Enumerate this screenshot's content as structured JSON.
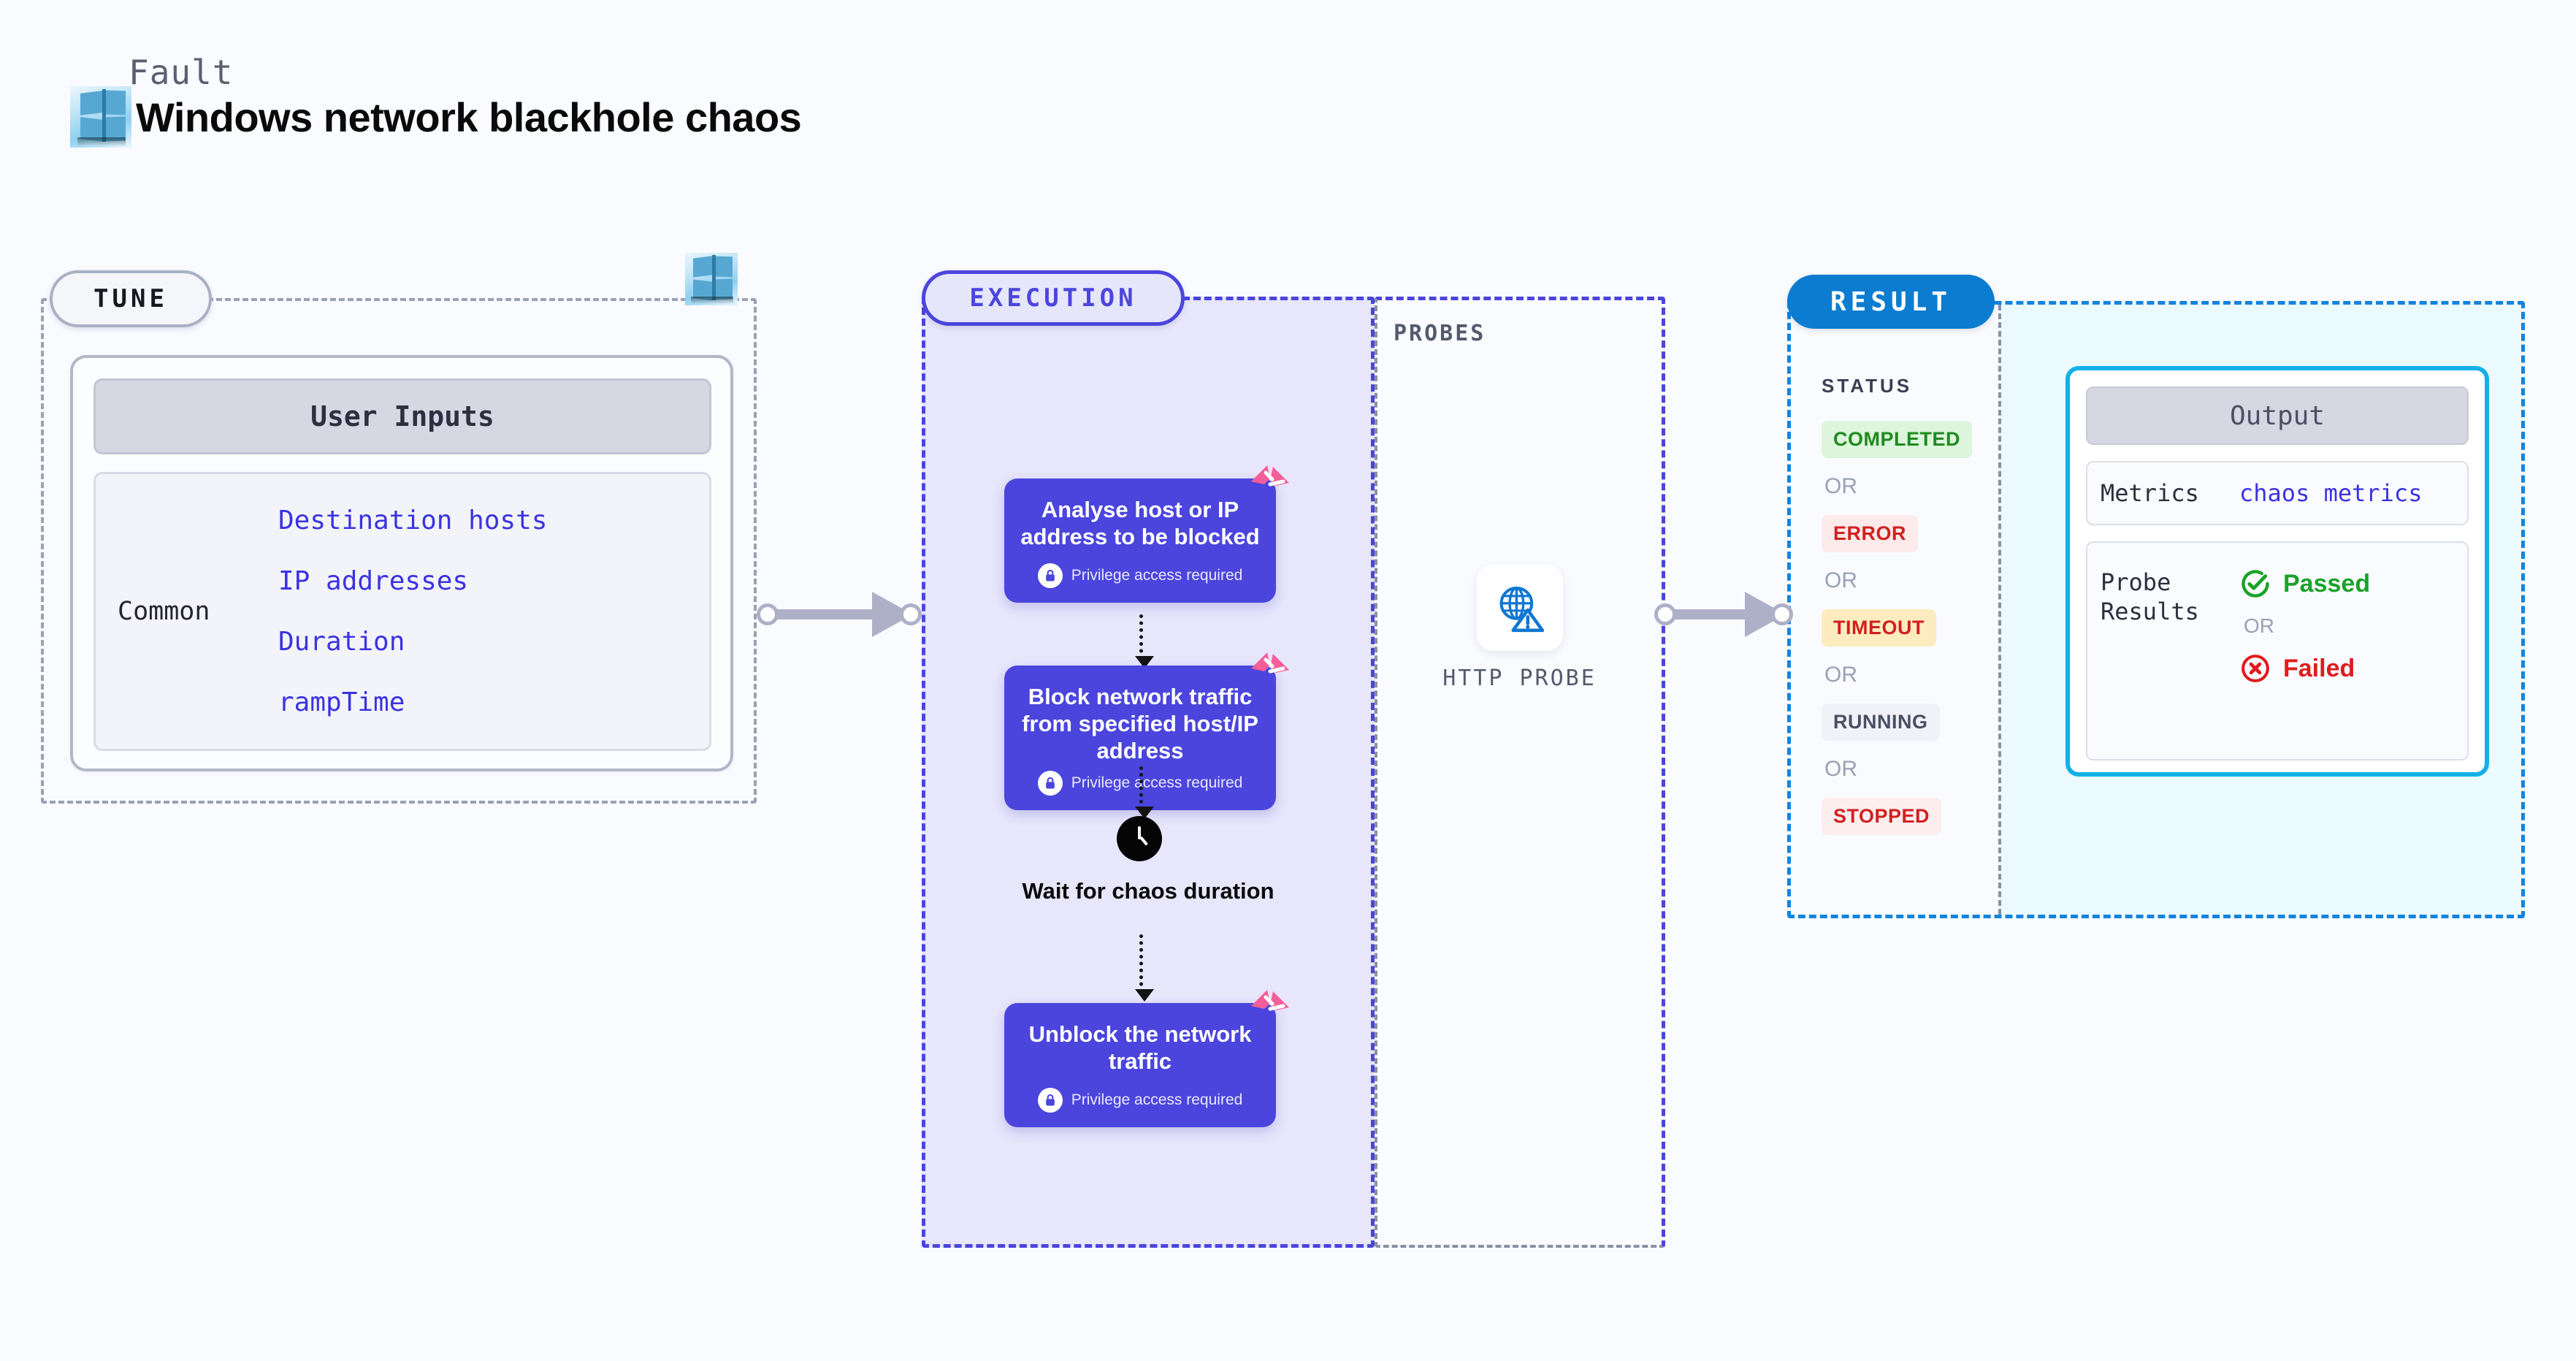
{
  "header": {
    "kicker": "Fault",
    "title": "Windows network blackhole chaos",
    "logo_icon": "windows-logo-icon"
  },
  "tune": {
    "badge": "TUNE",
    "panel_title": "User Inputs",
    "group_label": "Common",
    "inputs": [
      "Destination hosts",
      "IP addresses",
      "Duration",
      "rampTime"
    ],
    "logo_icon": "windows-logo-icon"
  },
  "execution": {
    "badge": "EXECUTION",
    "privilege_note": "Privilege access required",
    "lock_icon": "lock-icon",
    "unlink_icon": "broken-link-icon",
    "clock_icon": "clock-icon",
    "steps": [
      {
        "title": "Analyse host or IP address to be blocked",
        "privileged": true
      },
      {
        "title": "Block network traffic from specified host/IP address",
        "privileged": true
      }
    ],
    "wait_label": "Wait for chaos duration",
    "final_step": {
      "title": "Unblock the network traffic",
      "privileged": true
    }
  },
  "probes": {
    "label": "PROBES",
    "items": [
      {
        "name": "HTTP PROBE",
        "icon": "globe-warning-icon"
      }
    ]
  },
  "result": {
    "badge": "RESULT",
    "status_label": "STATUS",
    "or_label": "OR",
    "statuses": [
      {
        "label": "COMPLETED",
        "bg": "#ddf5dc",
        "fg": "#1f8a1f"
      },
      {
        "label": "ERROR",
        "bg": "#fdeaea",
        "fg": "#d21f1f"
      },
      {
        "label": "TIMEOUT",
        "bg": "#fdecc0",
        "fg": "#d21f1f"
      },
      {
        "label": "RUNNING",
        "bg": "#f1f2f7",
        "fg": "#4a4f63"
      },
      {
        "label": "STOPPED",
        "bg": "#fdeeee",
        "fg": "#d21f1f"
      }
    ],
    "output": {
      "title": "Output",
      "metrics_key": "Metrics",
      "metrics_value": "chaos metrics",
      "probe_key": "Probe Results",
      "passed_label": "Passed",
      "failed_label": "Failed",
      "or_label": "OR",
      "passed_icon": "check-circle-icon",
      "failed_icon": "x-circle-icon",
      "passed_color": "#19a329",
      "failed_color": "#e01b1b"
    }
  },
  "colors": {
    "page_bg": "#fafbff",
    "execution_purple": "#4b45dd",
    "execution_bg": "#e7e6fb",
    "result_blue": "#0c7cd0",
    "output_border": "#15b0e8",
    "result_bg": "#eafaff",
    "connector_gray": "#aeb0c8",
    "unlink_pink": "#f45e9a"
  }
}
